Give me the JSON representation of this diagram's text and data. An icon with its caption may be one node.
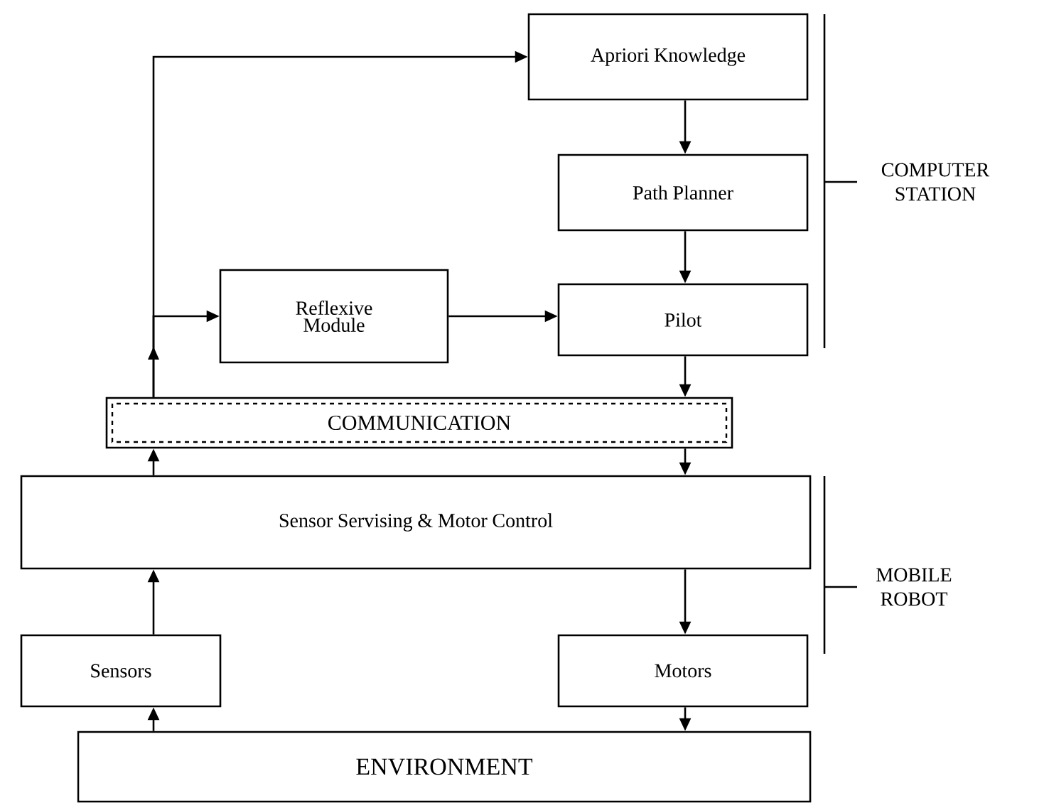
{
  "diagram": {
    "nodes": [
      {
        "text": [
          "Apriori Knowledge"
        ]
      },
      {
        "text": [
          "Path Planner"
        ]
      },
      {
        "text": [
          "Reflexive Module"
        ]
      },
      {
        "text": [
          "Pilot"
        ]
      },
      {
        "text": [
          "COMMUNICATION"
        ]
      },
      {
        "text": [
          "Sensor Servising & Motor Control"
        ]
      },
      {
        "text": [
          "Sensors"
        ]
      },
      {
        "text": [
          "Motors"
        ]
      },
      {
        "text": [
          "ENVIRONMENT"
        ]
      }
    ],
    "edges": [
      {
        "from": 4,
        "to": 0,
        "arrow": "to"
      },
      {
        "from": 4,
        "to": 2,
        "arrow": "to"
      },
      {
        "from": 0,
        "to": 1,
        "arrow": "to"
      },
      {
        "from": 1,
        "to": 3,
        "arrow": "to"
      },
      {
        "from": 2,
        "to": 3,
        "arrow": "to"
      },
      {
        "from": 3,
        "to": 4,
        "arrow": "to"
      },
      {
        "from": 4,
        "to": 5,
        "arrow": "to"
      },
      {
        "from": 5,
        "to": 4,
        "arrow": "to"
      },
      {
        "from": 6,
        "to": 5,
        "arrow": "to"
      },
      {
        "from": 5,
        "to": 7,
        "arrow": "to"
      },
      {
        "from": 7,
        "to": 8,
        "arrow": "to"
      },
      {
        "from": 8,
        "to": 6,
        "arrow": "to"
      }
    ],
    "labels": [
      "COMPUTER STATION",
      "MOBILE ROBOT"
    ]
  }
}
